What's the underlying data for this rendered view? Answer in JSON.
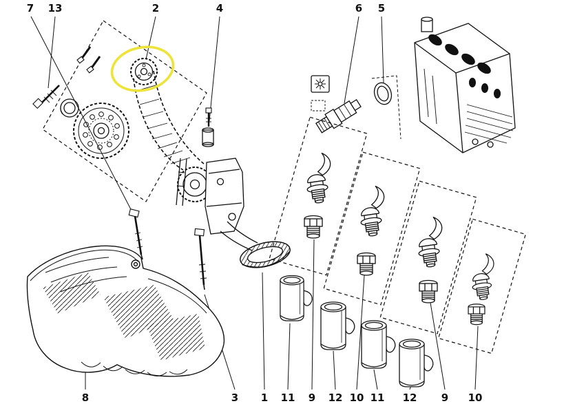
{
  "diagram": {
    "background_color": "#ffffff",
    "line_color": "#111111",
    "highlight_color": "#ece43a",
    "callouts_top": [
      {
        "label": "7"
      },
      {
        "label": "13"
      },
      {
        "label": "2"
      },
      {
        "label": "4"
      },
      {
        "label": "6"
      },
      {
        "label": "5"
      }
    ],
    "callouts_bottom": [
      {
        "label": "8"
      },
      {
        "label": "3"
      },
      {
        "label": "1"
      },
      {
        "label": "11"
      },
      {
        "label": "9"
      },
      {
        "label": "12"
      },
      {
        "label": "10"
      },
      {
        "label": "11"
      },
      {
        "label": "12"
      },
      {
        "label": "9"
      },
      {
        "label": "10"
      }
    ]
  }
}
